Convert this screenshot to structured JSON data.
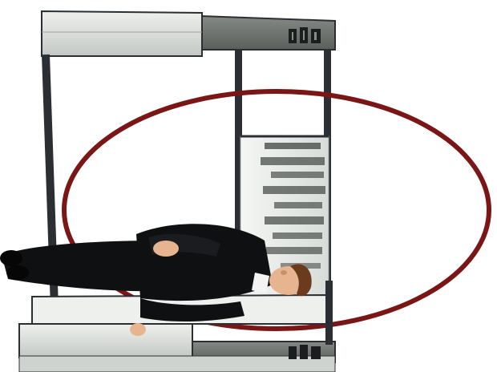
{
  "illustration": {
    "subject": "person-lying-in-scanner-frame",
    "colors": {
      "background": "#ffffff",
      "frame": "#2b2f33",
      "panel_light": "#d9dcd9",
      "panel_dark": "#6e736f",
      "loop": "#7a1616",
      "suit": "#0f1012",
      "skin": "#e6b48f",
      "hair": "#6b3b1e",
      "shirt": "#f3f3f3"
    },
    "logo_marks": [
      "top-logo",
      "bottom-logo"
    ]
  }
}
